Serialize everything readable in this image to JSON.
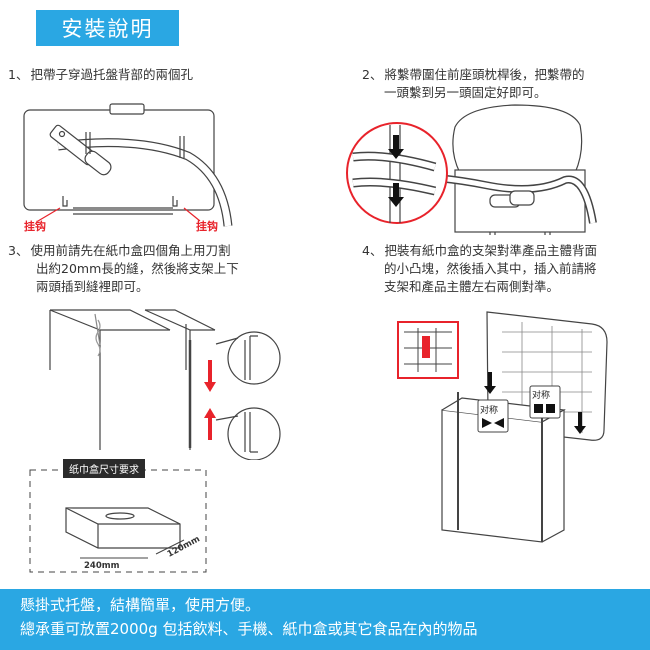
{
  "title": "安裝說明",
  "steps": [
    {
      "num": "1、",
      "lines": [
        "把帶子穿過托盤背部的兩個孔"
      ]
    },
    {
      "num": "2、",
      "lines": [
        "將繫帶圍住前座頭枕桿後，把繫帶的",
        "一頭繫到另一頭固定好即可。"
      ]
    },
    {
      "num": "3、",
      "lines": [
        "使用前請先在紙巾盒四個角上用刀割",
        "出約20mm長的縫，然後將支架上下",
        "兩頭插到縫裡即可。"
      ]
    },
    {
      "num": "4、",
      "lines": [
        "把裝有紙巾盒的支架對準產品主體背面",
        "的小凸塊，然後插入其中，插入前請將",
        "支架和產品主體左右兩側對準。"
      ]
    }
  ],
  "hook_labels": [
    "挂钩",
    "挂钩"
  ],
  "box_size": {
    "title": "纸巾盒尺寸要求",
    "width": "240mm",
    "depth": "120mm"
  },
  "align_labels": [
    "对称",
    "对称"
  ],
  "banner": {
    "line1": "懸掛式托盤，結構簡單，使用方便。",
    "line2": "總承重可放置2000g 包括飲料、手機、紙巾盒或其它食品在內的物品"
  },
  "colors": {
    "accent": "#2aa7e3",
    "red": "#e8232b",
    "dark": "#2b2b2b"
  }
}
